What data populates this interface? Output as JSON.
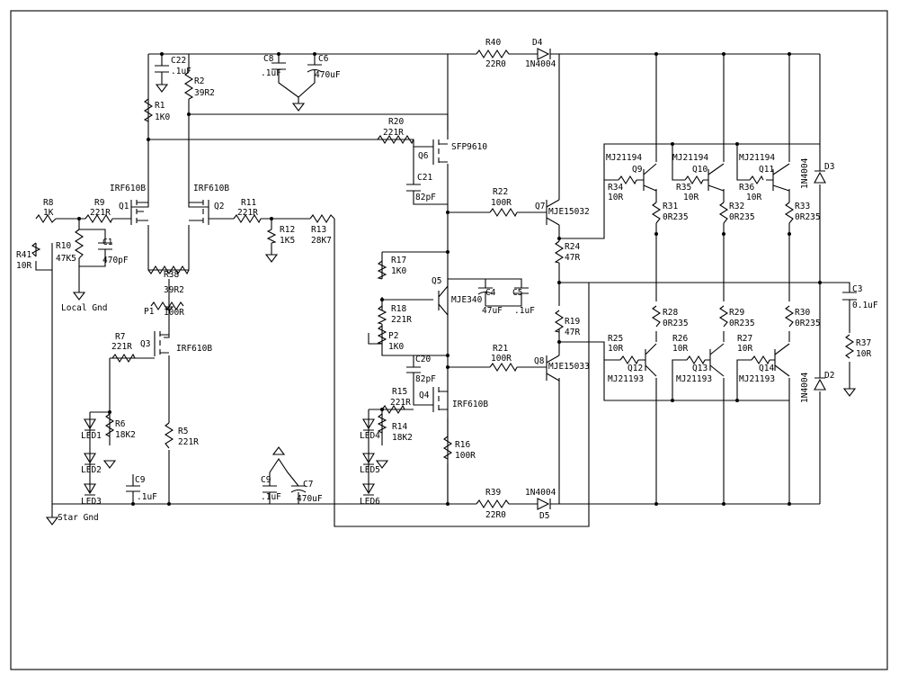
{
  "labels": {
    "C22": "C22",
    "C22v": ".1uF",
    "C8": "C8",
    "C8v": ".1uF",
    "C6": "C6",
    "C6v": "470uF",
    "R40": "R40",
    "R40v": "22R0",
    "D4": "D4",
    "D4v": "1N4004",
    "R2": "R2",
    "R2v": "39R2",
    "R1": "R1",
    "R1v": "1K0",
    "R20": "R20",
    "R20v": "221R",
    "SFP": "SFP9610",
    "Q6": "Q6",
    "C21": "C21",
    "C21v": "82pF",
    "R22": "R22",
    "R22v": "100R",
    "Q7": "Q7",
    "MJE15032": "MJE15032",
    "MJ21194a": "MJ21194",
    "MJ21194b": "MJ21194",
    "MJ21194c": "MJ21194",
    "Q9": "Q9",
    "Q10": "Q10",
    "Q11": "Q11",
    "R34": "R34",
    "R34v": "10R",
    "R35": "R35",
    "R35v": "10R",
    "R36": "R36",
    "R36v": "10R",
    "R31": "R31",
    "R31v": "0R235",
    "R32": "R32",
    "R32v": "0R235",
    "R33": "R33",
    "R33v": "0R235",
    "D3": "D3",
    "D3v": "1N4004",
    "D2": "D2",
    "D2v": "1N4004",
    "IRF610Ba": "IRF610B",
    "IRF610Bb": "IRF610B",
    "IRF610Bc": "IRF610B",
    "IRF610Bd": "IRF610B",
    "Q1": "Q1",
    "Q2": "Q2",
    "Q3": "Q3",
    "Q4": "Q4",
    "Q5": "Q5",
    "Q8": "Q8",
    "R8": "R8",
    "R8v": "1K",
    "R9": "R9",
    "R9v": "221R",
    "R11": "R11",
    "R11v": "221R",
    "R12": "R12",
    "R12v": "1K5",
    "R13": "R13",
    "R13v": "28K7",
    "R10": "R10",
    "R10v": "47K5",
    "R41": "R41",
    "R41v": "10R",
    "C1": "C1",
    "C1v": "470pF",
    "LocalGnd": "Local Gnd",
    "StarGnd": "Star Gnd",
    "R38": "R38",
    "R38v": "39R2",
    "P1": "P1",
    "P1v": "100R",
    "R7": "R7",
    "R7v": "221R",
    "R6": "R6",
    "R6v": "18K2",
    "R5": "R5",
    "R5v": "221R",
    "LED1": "LED1",
    "LED2": "LED2",
    "LED3": "LED3",
    "LED4": "LED4",
    "LED5": "LED5",
    "LED6": "LED6",
    "C9a": "C9",
    "C9av": ".1uF",
    "C9b": "C9",
    "C9bv": ".1uF",
    "C7": "C7",
    "C7v": "470uF",
    "R17": "R17",
    "R17v": "1K0",
    "MJE340": "MJE340",
    "C4": "C4",
    "C4v": "47uF",
    "C5": "C5",
    "C5v": ".1uF",
    "R18": "R18",
    "R18v": "221R",
    "P2": "P2",
    "P2v": "1K0",
    "C20": "C20",
    "C20v": "82pF",
    "R21": "R21",
    "R21v": "100R",
    "MJE15033": "MJE15033",
    "R15": "R15",
    "R15v": "221R",
    "R14": "R14",
    "R14v": "18K2",
    "R16": "R16",
    "R16v": "100R",
    "R24": "R24",
    "R24v": "47R",
    "R19": "R19",
    "R19v": "47R",
    "R28": "R28",
    "R28v": "0R235",
    "R29": "R29",
    "R29v": "0R235",
    "R30": "R30",
    "R30v": "0R235",
    "R25": "R25",
    "R25v": "10R",
    "R26": "R26",
    "R26v": "10R",
    "R27": "R27",
    "R27v": "10R",
    "Q12": "Q12",
    "Q13": "Q13",
    "Q14": "Q14",
    "MJ21193a": "MJ21193",
    "MJ21193b": "MJ21193",
    "MJ21193c": "MJ21193",
    "C3": "C3",
    "C3v": "0.1uF",
    "R37": "R37",
    "R37v": "10R",
    "R39": "R39",
    "R39v": "22R0",
    "D5": "D5",
    "D5v": "1N4004"
  }
}
